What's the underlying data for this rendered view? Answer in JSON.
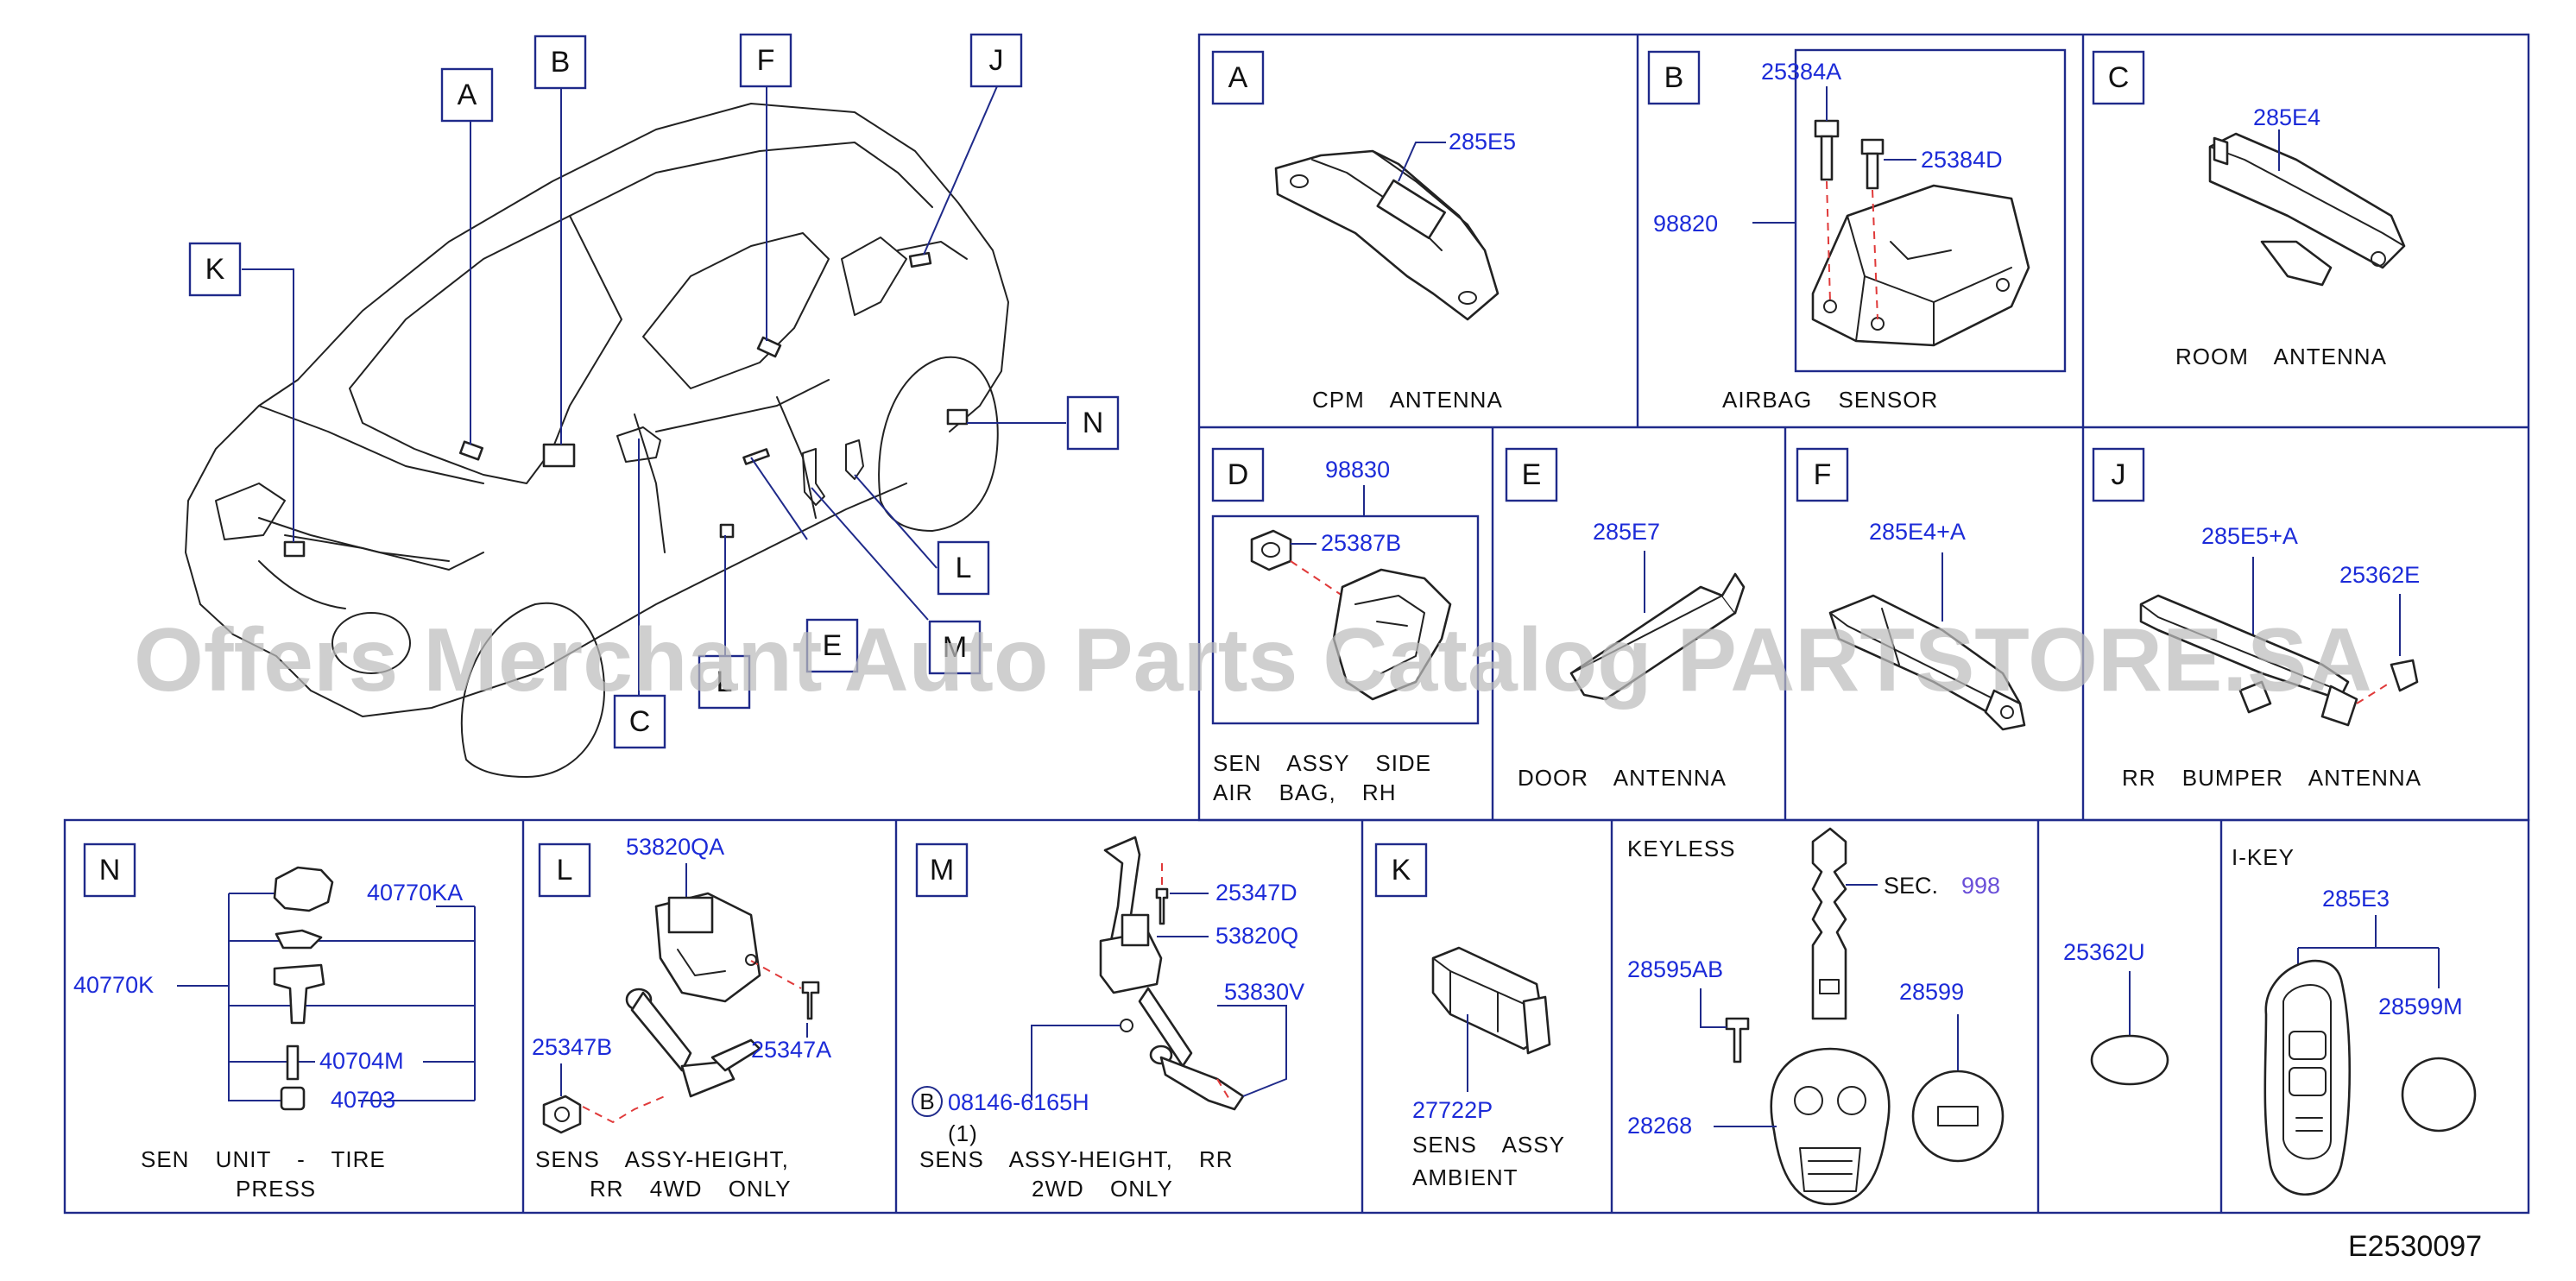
{
  "diagram": {
    "overview_letters": {
      "A": "A",
      "B": "B",
      "C": "C",
      "E": "E",
      "F": "F",
      "J": "J",
      "K": "K",
      "L1": "L",
      "L2": "L",
      "M": "M",
      "N": "N"
    },
    "panels": {
      "A": {
        "letter": "A",
        "parts": [
          "285E5"
        ],
        "caption": [
          "CPM ANTENNA"
        ]
      },
      "B": {
        "letter": "B",
        "parts": [
          "25384A",
          "25384D",
          "98820"
        ],
        "caption": [
          "AIRBAG SENSOR"
        ]
      },
      "C": {
        "letter": "C",
        "parts": [
          "285E4"
        ],
        "caption": [
          "ROOM ANTENNA"
        ]
      },
      "D": {
        "letter": "D",
        "parts": [
          "98830",
          "25387B"
        ],
        "caption": [
          "SEN ASSY SIDE",
          "AIR BAG, RH"
        ]
      },
      "E": {
        "letter": "E",
        "parts": [
          "285E7"
        ],
        "caption": [
          "DOOR ANTENNA"
        ]
      },
      "F": {
        "letter": "F",
        "parts": [
          "285E4+A"
        ],
        "caption": []
      },
      "J": {
        "letter": "J",
        "parts": [
          "285E5+A",
          "25362E"
        ],
        "caption": [
          "RR BUMPER ANTENNA"
        ]
      },
      "N": {
        "letter": "N",
        "parts": [
          "40770KA",
          "40770K",
          "40704M",
          "40703"
        ],
        "caption": [
          "SEN UNIT - TIRE",
          "PRESS"
        ]
      },
      "L": {
        "letter": "L",
        "parts": [
          "53820QA",
          "25347B",
          "25347A"
        ],
        "caption": [
          "SENS ASSY-HEIGHT,",
          "RR 4WD ONLY"
        ]
      },
      "M": {
        "letter": "M",
        "parts": [
          "25347D",
          "53820Q",
          "53830V",
          "08146-6165H"
        ],
        "bolt_letter": "B",
        "qty": "(1)",
        "caption": [
          "SENS ASSY-HEIGHT, RR",
          "2WD ONLY"
        ]
      },
      "K": {
        "letter": "K",
        "parts": [
          "27722P"
        ],
        "caption": [
          "SENS ASSY",
          "AMBIENT"
        ]
      },
      "keyless": {
        "title": "KEYLESS",
        "sec_label": "SEC.",
        "sec_ref": "998",
        "parts": [
          "28595AB",
          "28599",
          "28268"
        ]
      },
      "blank": {
        "parts": [
          "25362U"
        ]
      },
      "ikey": {
        "title": "I-KEY",
        "parts": [
          "285E3",
          "28599M"
        ]
      }
    },
    "diagram_id": "E2530097",
    "watermark": "Offers Merchant Auto Parts Catalog PARTSTORE.SA"
  }
}
